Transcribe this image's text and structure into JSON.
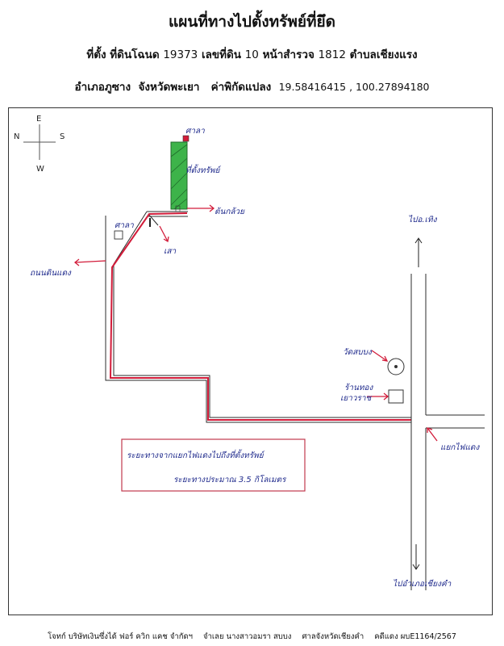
{
  "title": "แผนที่ทางไปตั้งทรัพย์ที่ยึด",
  "location_line": {
    "label1": "ที่ตั้ง ที่ดินโฉนด",
    "deed_no": "19373",
    "label2": "เลขที่ดิน",
    "land_no": "10",
    "label3": "หน้าสำรวจ",
    "survey_no": "1812",
    "subdistrict": "ตำบลเชียงแรง"
  },
  "district_line": {
    "district": "อำเภอภูซาง",
    "province": "จังหวัดพะเยา",
    "coord_label": "ค่าพิกัดแปลง",
    "coords": "19.58416415 ,  100.27894180"
  },
  "compass": {
    "north": "N",
    "east": "E",
    "south": "S",
    "west": "W"
  },
  "map_labels": {
    "sala_top": "ศาลา",
    "property": "ที่ตั้งทรัพย์",
    "teak_tree": "ต้นกล้วย",
    "sala_left": "ศาลา",
    "pole": "เสา",
    "dirt_road": "ถนนดินแดง",
    "to_north": "ไปอ.เทิง",
    "temple": "วัดสบบง",
    "shop_line1": "ร้านทอง",
    "shop_line2": "เยาวราช",
    "intersection": "แยกไฟแดง",
    "to_south": "ไปอำเภอเชียงคำ"
  },
  "distance_box": {
    "line1": "ระยะทางจากแยกไฟแดงไปถึงที่ตั้งทรัพย์",
    "line2": "ระยะทางประมาณ  3.5  กิโลเมตร"
  },
  "colors": {
    "route": "#d21c3a",
    "property_fill": "#3db34a",
    "ink": "#1f2a8c",
    "box": "#c2384e"
  },
  "footer": {
    "plaintiff": "โจทก์ บริษัทเงินซึ่งได้ ฟอร์ ควิก แคช จำกัดฯ",
    "defendant": "จำเลย นางสาวอมรา สบบง",
    "court": "ศาลจังหวัดเชียงคำ",
    "case_no": "คดีแดง ผบE1164/2567"
  }
}
